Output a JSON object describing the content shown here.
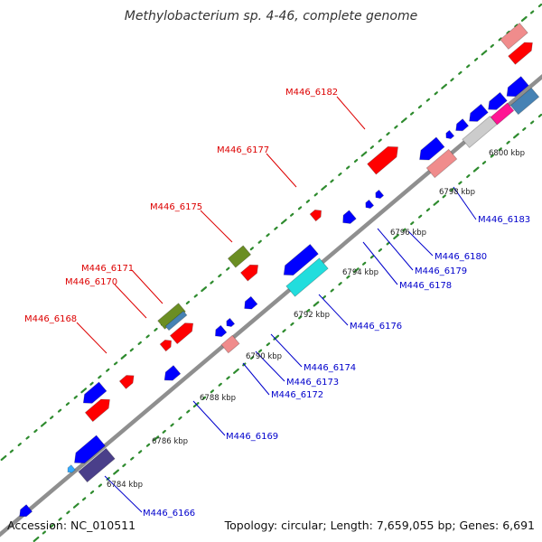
{
  "title": "Methylobacterium sp. 4-46, complete genome",
  "footer": {
    "accession": "Accession: NC_010511",
    "summary": "Topology: circular; Length: 7,659,055 bp; Genes: 6,691"
  },
  "colors": {
    "backbone": "#9a9a9a",
    "track_dots": "#2e8b2e",
    "label_top": "#dd0000",
    "label_bottom": "#0000cc"
  },
  "scale_labels": [
    "6784 kbp",
    "6786 kbp",
    "6788 kbp",
    "6790 kbp",
    "6792 kbp",
    "6794 kbp",
    "6796 kbp",
    "6798 kbp",
    "6800 kbp"
  ],
  "gene_labels_top": [
    "M446_6168",
    "M446_6170",
    "M446_6171",
    "M446_6175",
    "M446_6177",
    "M446_6182"
  ],
  "gene_labels_bottom": [
    "M446_6166",
    "M446_6169",
    "M446_6172",
    "M446_6173",
    "M446_6174",
    "M446_6176",
    "M446_6178",
    "M446_6179",
    "M446_6180",
    "M446_6183"
  ],
  "feature_colors": {
    "forward_gene": "#ff0000",
    "reverse_gene": "#0000ff",
    "pseudo_light": "#f08c8c",
    "rna_dark": "#4a3f8a",
    "misc_green": "#6b8e23",
    "misc_cyan": "#22dddd",
    "misc_steel": "#4682b4",
    "misc_magenta": "#ff1493",
    "misc_grey": "#cccccc"
  }
}
